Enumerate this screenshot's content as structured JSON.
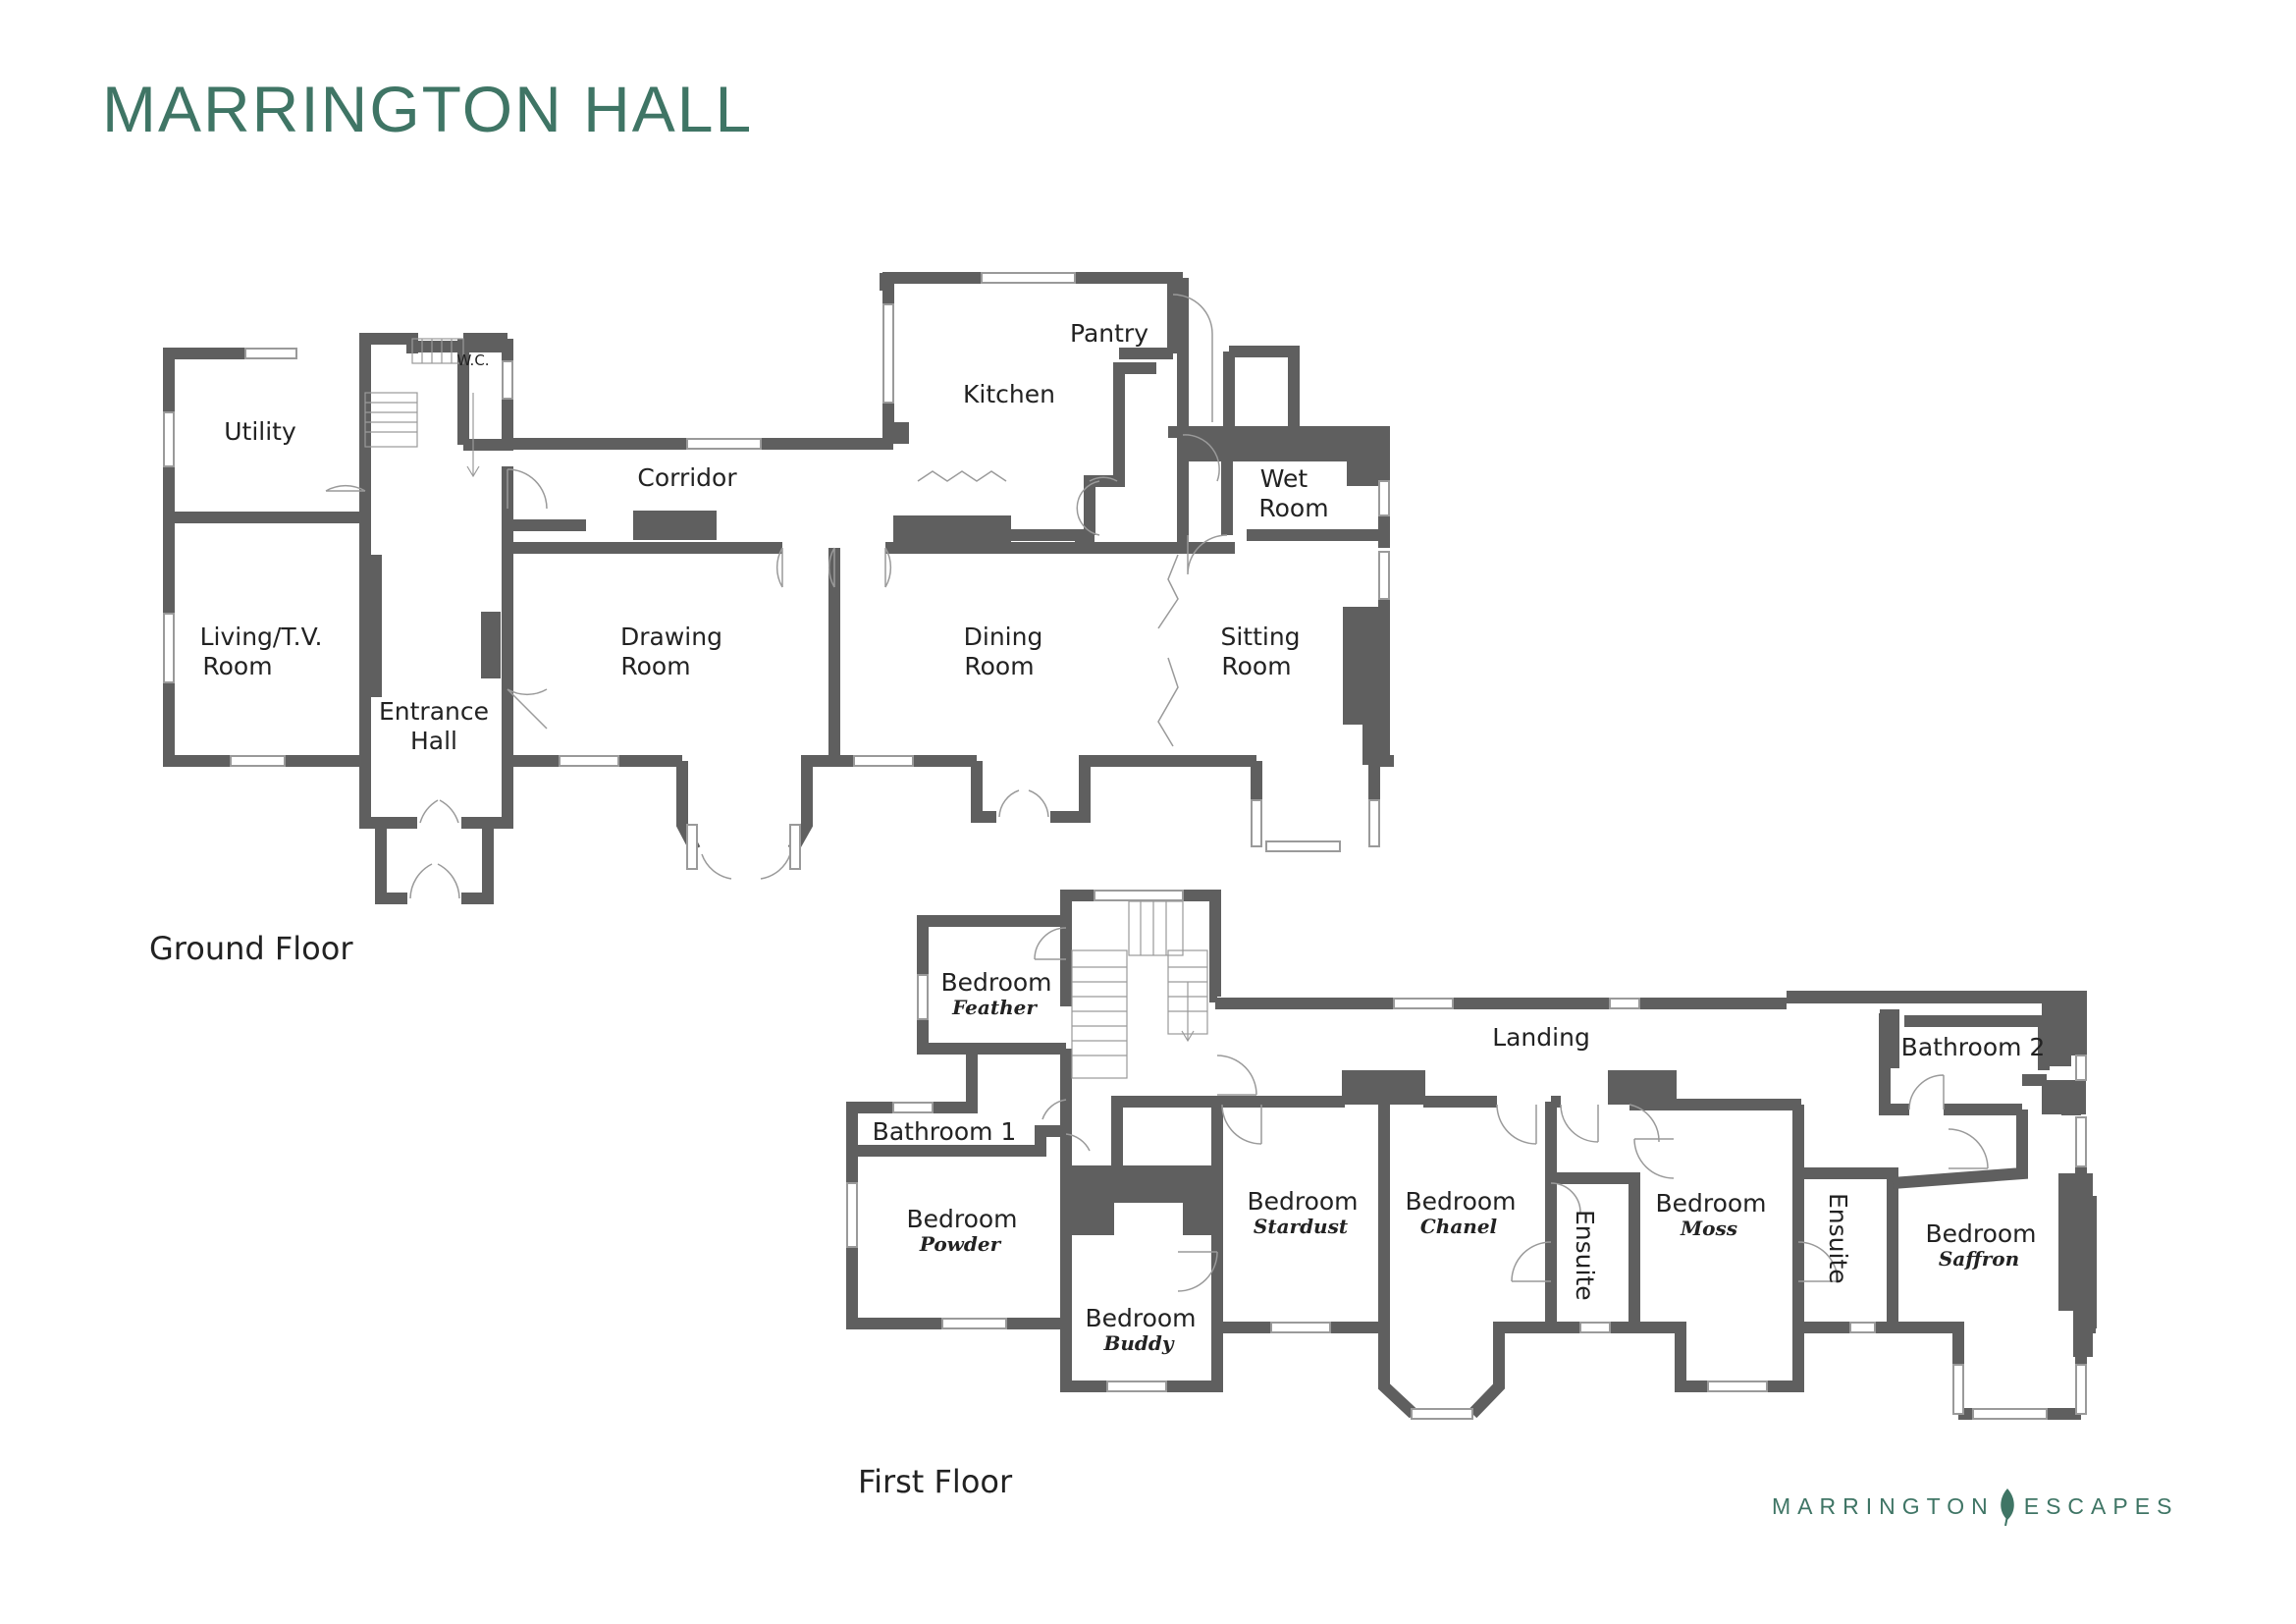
{
  "title": "MARRINGTON HALL",
  "colors": {
    "accent": "#3f7565",
    "wall": "#5f5f5f",
    "window": "#9a9a9a",
    "text": "#222222"
  },
  "floors": {
    "ground": {
      "label": "Ground Floor",
      "rooms": [
        {
          "id": "utility",
          "lines": [
            "Utility"
          ]
        },
        {
          "id": "wc",
          "lines": [
            "W.C."
          ]
        },
        {
          "id": "corridor",
          "lines": [
            "Corridor"
          ]
        },
        {
          "id": "pantry",
          "lines": [
            "Pantry"
          ]
        },
        {
          "id": "kitchen",
          "lines": [
            "Kitchen"
          ]
        },
        {
          "id": "wet-room",
          "lines": [
            "Wet",
            "Room"
          ]
        },
        {
          "id": "living-tv-room",
          "lines": [
            "Living/T.V.",
            "Room"
          ]
        },
        {
          "id": "drawing-room",
          "lines": [
            "Drawing",
            "Room"
          ]
        },
        {
          "id": "dining-room",
          "lines": [
            "Dining",
            "Room"
          ]
        },
        {
          "id": "sitting-room",
          "lines": [
            "Sitting",
            "Room"
          ]
        },
        {
          "id": "entrance-hall",
          "lines": [
            "Entrance",
            "Hall"
          ]
        }
      ]
    },
    "first": {
      "label": "First Floor",
      "rooms": [
        {
          "id": "bedroom-feather",
          "lines": [
            "Bedroom"
          ],
          "name": "Feather"
        },
        {
          "id": "landing",
          "lines": [
            "Landing"
          ]
        },
        {
          "id": "bathroom-2",
          "lines": [
            "Bathroom 2"
          ]
        },
        {
          "id": "bathroom-1",
          "lines": [
            "Bathroom 1"
          ]
        },
        {
          "id": "bedroom-powder",
          "lines": [
            "Bedroom"
          ],
          "name": "Powder"
        },
        {
          "id": "bedroom-stardust",
          "lines": [
            "Bedroom"
          ],
          "name": "Stardust"
        },
        {
          "id": "bedroom-chanel",
          "lines": [
            "Bedroom"
          ],
          "name": "Chanel"
        },
        {
          "id": "ensuite-1",
          "lines": [
            "Ensuite"
          ]
        },
        {
          "id": "bedroom-moss",
          "lines": [
            "Bedroom"
          ],
          "name": "Moss"
        },
        {
          "id": "ensuite-2",
          "lines": [
            "Ensuite"
          ]
        },
        {
          "id": "bedroom-saffron",
          "lines": [
            "Bedroom"
          ],
          "name": "Saffron"
        },
        {
          "id": "bedroom-buddy",
          "lines": [
            "Bedroom"
          ],
          "name": "Buddy"
        }
      ]
    }
  },
  "brand": {
    "left": "MARRINGTON",
    "right": "ESCAPES",
    "logo_icon": "leaf-icon"
  }
}
